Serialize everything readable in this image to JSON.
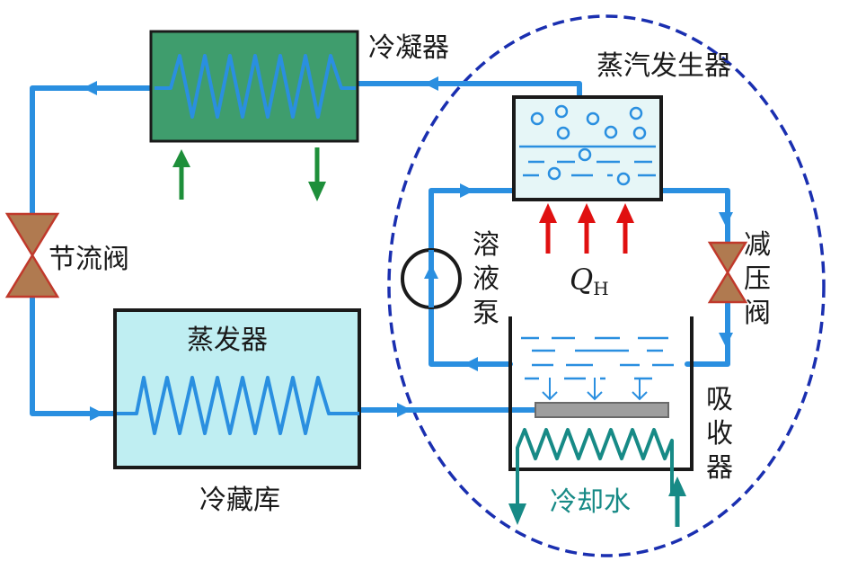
{
  "labels": {
    "condenser": "冷凝器",
    "steam_generator": "蒸汽发生器",
    "throttle_valve": "节流阀",
    "solution_pump": "溶液泵",
    "heat_input_symbol": "Q",
    "heat_input_subscript": "H",
    "pressure_reducing_valve": "减压阀",
    "evaporator": "蒸发器",
    "cold_storage": "冷藏库",
    "absorber": "吸收器",
    "cooling_water": "冷却水"
  },
  "colors": {
    "pipe": "#2a8fe0",
    "condenser_fill": "#3f9d6d",
    "evaporator_fill": "#bfeef2",
    "generator_fill": "#e6f6f7",
    "valve": "#b07a50",
    "heat_arrow": "#e01010",
    "water_arrow": "#1e8f3a",
    "cooling_coil": "#178a86",
    "dashed_boundary": "#1a2fb0"
  }
}
